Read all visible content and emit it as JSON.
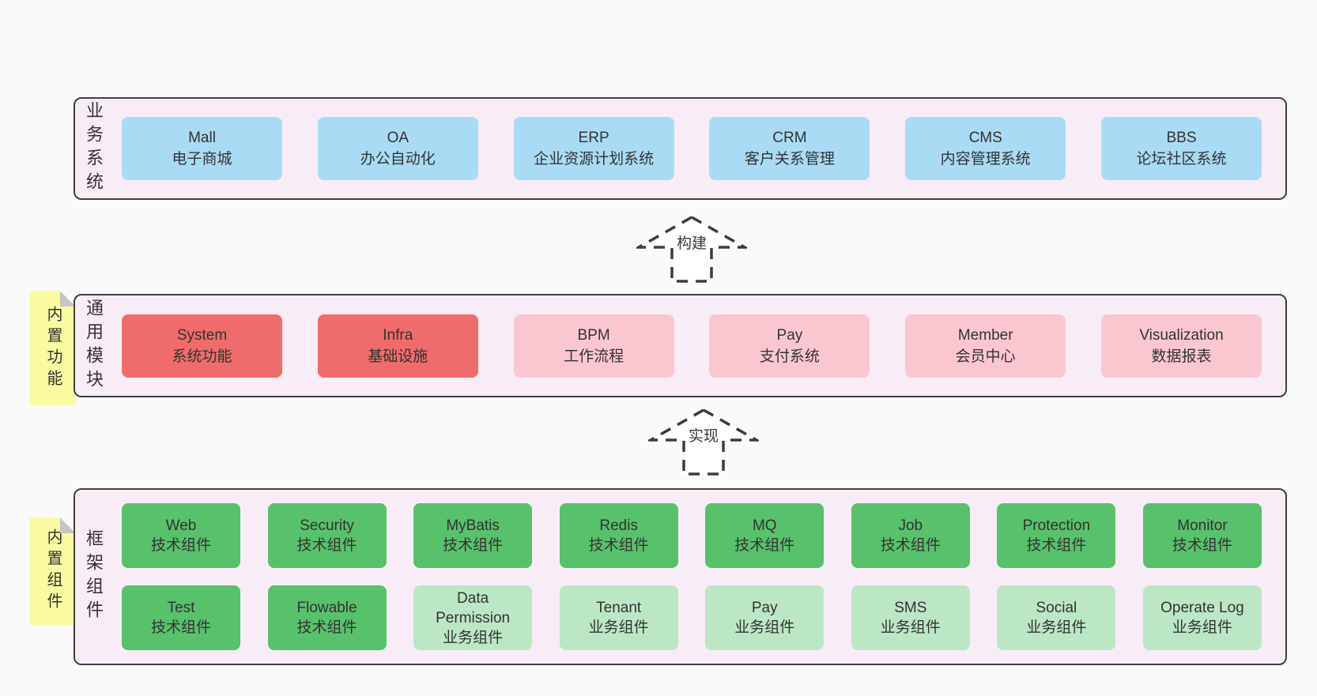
{
  "diagram": {
    "bands": [
      {
        "label": "业务系统",
        "rows": [
          [
            {
              "title": "Mall",
              "subtitle": "电子商城"
            },
            {
              "title": "OA",
              "subtitle": "办公自动化"
            },
            {
              "title": "ERP",
              "subtitle": "企业资源计划系统"
            },
            {
              "title": "CRM",
              "subtitle": "客户关系管理"
            },
            {
              "title": "CMS",
              "subtitle": "内容管理系统"
            },
            {
              "title": "BBS",
              "subtitle": "论坛社区系统"
            }
          ]
        ]
      },
      {
        "label": "通用模块",
        "sticky": "内置功能",
        "rows": [
          [
            {
              "title": "System",
              "subtitle": "系统功能"
            },
            {
              "title": "Infra",
              "subtitle": "基础设施"
            },
            {
              "title": "BPM",
              "subtitle": "工作流程"
            },
            {
              "title": "Pay",
              "subtitle": "支付系统"
            },
            {
              "title": "Member",
              "subtitle": "会员中心"
            },
            {
              "title": "Visualization",
              "subtitle": "数据报表"
            }
          ]
        ]
      },
      {
        "label": "框架组件",
        "sticky": "内置组件",
        "rows": [
          [
            {
              "title": "Web",
              "subtitle": "技术组件"
            },
            {
              "title": "Security",
              "subtitle": "技术组件"
            },
            {
              "title": "MyBatis",
              "subtitle": "技术组件"
            },
            {
              "title": "Redis",
              "subtitle": "技术组件"
            },
            {
              "title": "MQ",
              "subtitle": "技术组件"
            },
            {
              "title": "Job",
              "subtitle": "技术组件"
            },
            {
              "title": "Protection",
              "subtitle": "技术组件"
            },
            {
              "title": "Monitor",
              "subtitle": "技术组件"
            }
          ],
          [
            {
              "title": "Test",
              "subtitle": "技术组件"
            },
            {
              "title": "Flowable",
              "subtitle": "技术组件"
            },
            {
              "title": "Data Permission",
              "subtitle": "业务组件"
            },
            {
              "title": "Tenant",
              "subtitle": "业务组件"
            },
            {
              "title": "Pay",
              "subtitle": "业务组件"
            },
            {
              "title": "SMS",
              "subtitle": "业务组件"
            },
            {
              "title": "Social",
              "subtitle": "业务组件"
            },
            {
              "title": "Operate Log",
              "subtitle": "业务组件"
            }
          ]
        ]
      }
    ],
    "arrows": [
      {
        "label": "构建"
      },
      {
        "label": "实现"
      }
    ],
    "colors": {
      "page_bg": "#fafafa",
      "band_bg": "#f8edf6",
      "band_border": "#404040",
      "blue_box": "#a9dbf4",
      "red_box": "#f06b6b",
      "pink_box": "#fac7d1",
      "green_box": "#58c16b",
      "light_green_box": "#bce7c5",
      "sticky_note": "#fafaa2",
      "text": "#333333"
    }
  }
}
